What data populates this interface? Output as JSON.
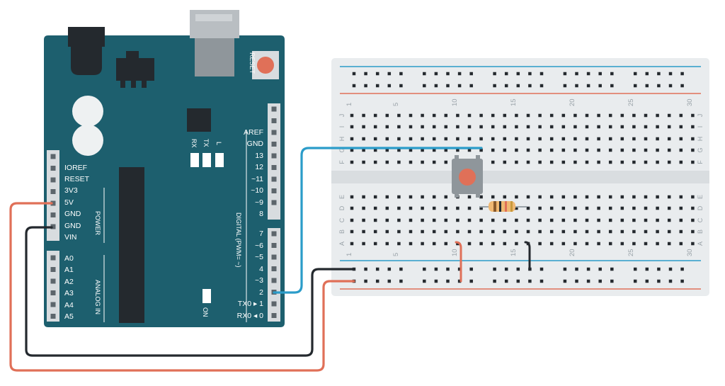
{
  "diagram": {
    "arduino": {
      "reset_label": "RESET",
      "power_section_label": "POWER",
      "analog_section_label": "ANALOG IN",
      "digital_section_label": "DIGITAL (PWM= ~)",
      "on_label": "ON",
      "led_labels": [
        "RX",
        "TX",
        "L"
      ],
      "power_pins": [
        "IOREF",
        "RESET",
        "3V3",
        "5V",
        "GND",
        "GND",
        "VIN"
      ],
      "analog_pins": [
        "A0",
        "A1",
        "A2",
        "A3",
        "A4",
        "A5"
      ],
      "digital_pins_top": [
        "AREF",
        "GND",
        "13",
        "12",
        "~11",
        "~10",
        "~9",
        "8"
      ],
      "digital_pins_bottom": [
        "7",
        "~6",
        "~5",
        "4",
        "~3",
        "2",
        "TX0 ▸ 1",
        "RX0 ◂ 0"
      ]
    },
    "breadboard": {
      "column_numbers": [
        "1",
        "5",
        "10",
        "15",
        "20",
        "25",
        "30"
      ],
      "top_rows": [
        "J",
        "I",
        "H",
        "G",
        "F"
      ],
      "bottom_rows": [
        "E",
        "D",
        "C",
        "B",
        "A"
      ]
    },
    "colors": {
      "board": "#1d5f6e",
      "wire_blue": "#2b9cc9",
      "wire_red": "#e07058",
      "wire_black": "#24292e",
      "button": "#e07058",
      "rail_blue": "#2b9cc9",
      "rail_red": "#e07058"
    }
  }
}
